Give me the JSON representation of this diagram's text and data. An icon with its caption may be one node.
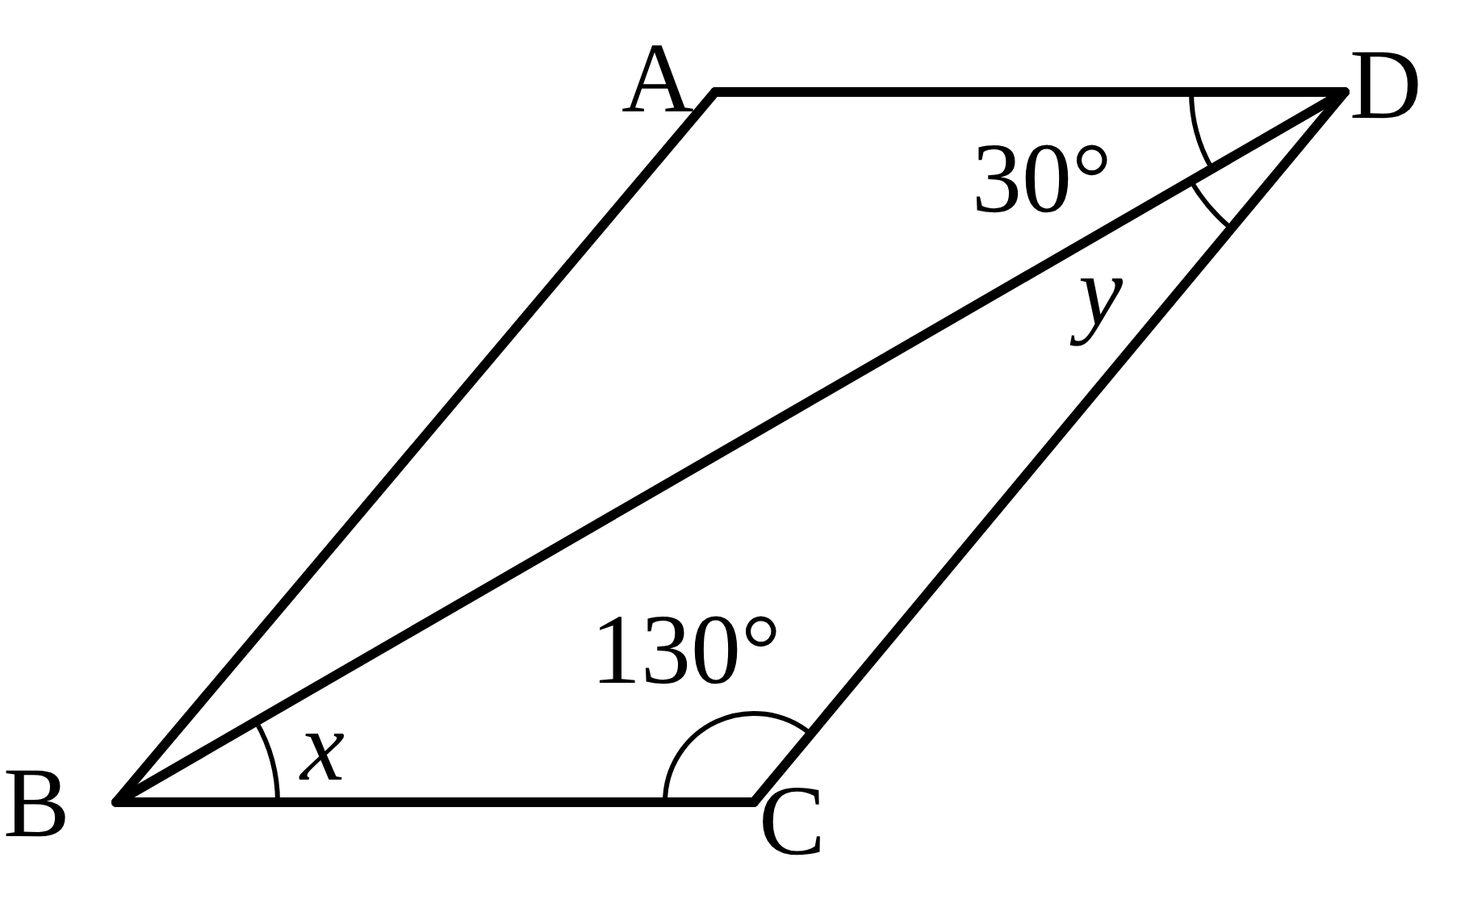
{
  "diagram": {
    "nodes": [
      {
        "text": [
          "A"
        ]
      },
      {
        "text": [
          "D"
        ]
      },
      {
        "text": [
          "B"
        ]
      },
      {
        "text": [
          "C"
        ]
      }
    ],
    "edges": [
      {
        "from": 0,
        "to": 1,
        "arrow": "none"
      },
      {
        "from": 0,
        "to": 2,
        "arrow": "none"
      },
      {
        "from": 2,
        "to": 1,
        "arrow": "none"
      },
      {
        "from": 2,
        "to": 3,
        "arrow": "none"
      },
      {
        "from": 3,
        "to": 1,
        "arrow": "none"
      }
    ],
    "labels": [
      "30°",
      "y",
      "x",
      "130°"
    ]
  }
}
